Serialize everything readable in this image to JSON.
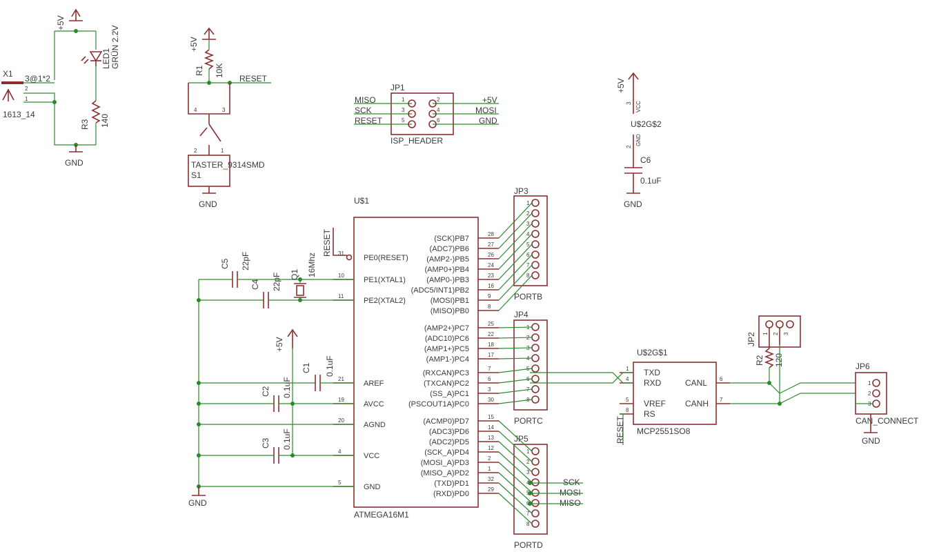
{
  "power": {
    "p5v": "+5V",
    "gnd": "GND"
  },
  "x1": {
    "name": "X1",
    "value": "1613_14",
    "pin3": "3@1*2",
    "pin2": "2",
    "pin1": "1"
  },
  "led1": {
    "name": "LED1",
    "value": "GRÜN 2.2V"
  },
  "r3": {
    "name": "R3",
    "value": "140"
  },
  "r1": {
    "name": "R1",
    "value": "10K"
  },
  "s1": {
    "name": "S1",
    "value": "TASTER_9314SMD",
    "pins": [
      "4",
      "3",
      "2",
      "1"
    ]
  },
  "nets": {
    "reset": "RESET",
    "miso": "MISO",
    "sck": "SCK",
    "mosi": "MOSI"
  },
  "jp1": {
    "name": "JP1",
    "value": "ISP_HEADER",
    "left_nets": [
      "MISO",
      "SCK",
      "RESET"
    ],
    "left_pins": [
      "1",
      "3",
      "5"
    ],
    "right_nets": [
      "+5V",
      "MOSI",
      "GND"
    ],
    "right_pins": [
      "2",
      "4",
      "6"
    ]
  },
  "ug2": {
    "name": "U$2G$2",
    "pin_vcc": "3",
    "vcc": "VCC",
    "pin_gnd": "2",
    "gnd": "GND"
  },
  "c6": {
    "name": "C6",
    "value": "0.1uF"
  },
  "u1": {
    "name": "U$1",
    "value": "ATMEGA16M1",
    "left_pins": [
      {
        "num": "31",
        "label": "PE0(RESET)"
      },
      {
        "num": "10",
        "label": "PE1(XTAL1)"
      },
      {
        "num": "11",
        "label": "PE2(XTAL2)"
      },
      {
        "num": "21",
        "label": "AREF"
      },
      {
        "num": "19",
        "label": "AVCC"
      },
      {
        "num": "20",
        "label": "AGND"
      },
      {
        "num": "4",
        "label": "VCC"
      },
      {
        "num": "5",
        "label": "GND"
      }
    ],
    "right_pins": [
      {
        "num": "28",
        "label": "(SCK)PB7"
      },
      {
        "num": "27",
        "label": "(ADC7)PB6"
      },
      {
        "num": "26",
        "label": "(AMP2-)PB5"
      },
      {
        "num": "24",
        "label": "(AMP0+)PB4"
      },
      {
        "num": "23",
        "label": "(AMP0-)PB3"
      },
      {
        "num": "16",
        "label": "(ADC5/INT1)PB2"
      },
      {
        "num": "9",
        "label": "(MOSI)PB1"
      },
      {
        "num": "8",
        "label": "(MISO)PB0"
      },
      {
        "num": "25",
        "label": "(AMP2+)PC7"
      },
      {
        "num": "22",
        "label": "(ADC10)PC6"
      },
      {
        "num": "18",
        "label": "(AMP1+)PC5"
      },
      {
        "num": "17",
        "label": "(AMP1-)PC4"
      },
      {
        "num": "7",
        "label": "(RXCAN)PC3"
      },
      {
        "num": "6",
        "label": "(TXCAN)PC2"
      },
      {
        "num": "3",
        "label": "(SS_A)PC1"
      },
      {
        "num": "30",
        "label": "(PSCOUT1A)PC0"
      },
      {
        "num": "15",
        "label": "(ACMP0)PD7"
      },
      {
        "num": "14",
        "label": "(ADC3)PD6"
      },
      {
        "num": "13",
        "label": "(ADC2)PD5"
      },
      {
        "num": "12",
        "label": "(SCK_A)PD4"
      },
      {
        "num": "2",
        "label": "(MOSI_A)PD3"
      },
      {
        "num": "1",
        "label": "(MISO_A)PD2"
      },
      {
        "num": "32",
        "label": "(TXD)PD1"
      },
      {
        "num": "29",
        "label": "(RXD)PD0"
      }
    ]
  },
  "c5": {
    "name": "C5",
    "value": "22pF"
  },
  "c4": {
    "name": "C4",
    "value": "22pF"
  },
  "q1": {
    "name": "Q1",
    "value": "16Mhz"
  },
  "c1": {
    "name": "C1",
    "value": "0.1uF"
  },
  "c2": {
    "name": "C2",
    "value": "0.1uF"
  },
  "c3": {
    "name": "C3",
    "value": "0.1uF"
  },
  "jp3": {
    "name": "JP3",
    "value": "PORTB",
    "pins": [
      "1",
      "2",
      "3",
      "4",
      "5",
      "6",
      "7",
      "8"
    ]
  },
  "jp4": {
    "name": "JP4",
    "value": "PORTC",
    "pins": [
      "1",
      "2",
      "3",
      "4",
      "5",
      "6",
      "7",
      "8"
    ]
  },
  "jp5": {
    "name": "JP5",
    "value": "PORTD",
    "pins": [
      "1",
      "2",
      "3",
      "4",
      "5",
      "6",
      "7",
      "8"
    ]
  },
  "jp5_nets": [
    "SCK",
    "MOSI",
    "MISO"
  ],
  "ug1": {
    "name": "U$2G$1",
    "value": "MCP2551SO8",
    "left_pins": [
      {
        "num": "1",
        "label": "TXD"
      },
      {
        "num": "4",
        "label": "RXD"
      },
      {
        "num": "5",
        "label": "VREF"
      },
      {
        "num": "8",
        "label": "RS"
      }
    ],
    "right_pins": [
      {
        "num": "6",
        "label": "CANL"
      },
      {
        "num": "7",
        "label": "CANH"
      }
    ]
  },
  "jp2": {
    "name": "JP2",
    "pins": [
      "1",
      "2",
      "3"
    ]
  },
  "r2": {
    "name": "R2",
    "value": "120"
  },
  "jp6": {
    "name": "JP6",
    "value": "CAN_CONNECT",
    "pins": [
      "1",
      "2",
      "3"
    ]
  }
}
